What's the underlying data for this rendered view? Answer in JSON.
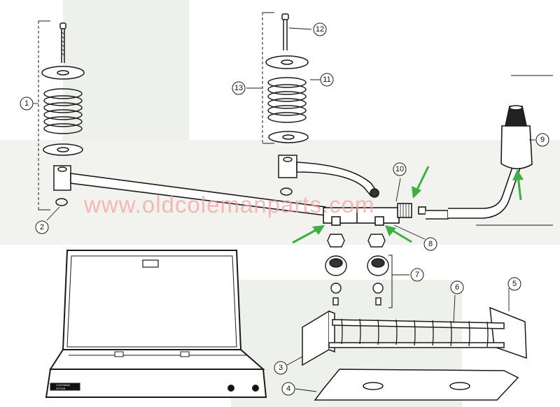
{
  "watermark": "www.oldcolemanparts.com",
  "callouts": [
    "1",
    "2",
    "3",
    "4",
    "5",
    "6",
    "7",
    "8",
    "9",
    "10",
    "11",
    "12",
    "13"
  ],
  "stove_badge": [
    "COLEMAN",
    "STOVE"
  ],
  "colors": {
    "line": "#1a1a1a",
    "arrow": "#3cb043",
    "watermark": "#f3a3a3",
    "paper_shade": "#eef0ec"
  }
}
